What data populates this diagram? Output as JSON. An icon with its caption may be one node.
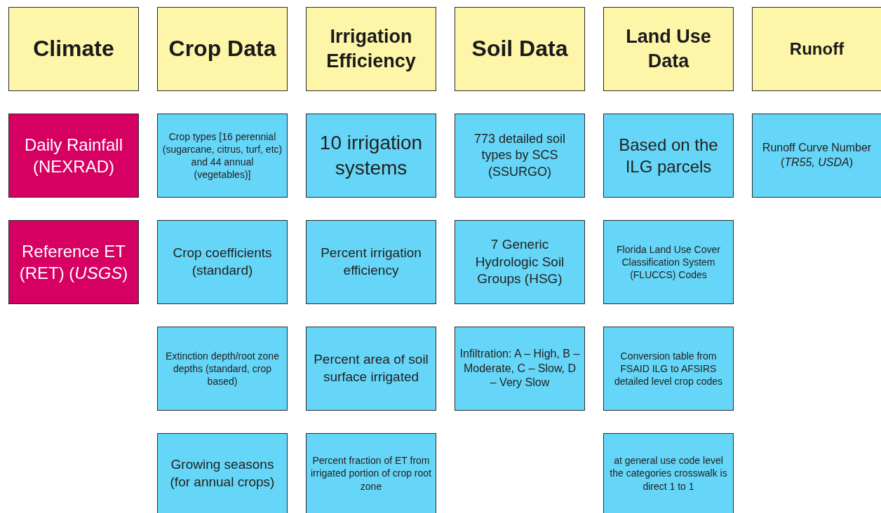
{
  "diagram": {
    "nodes": [
      {
        "text": [
          "Climate"
        ]
      },
      {
        "text": [
          "Crop Data"
        ]
      },
      {
        "text": [
          "Irrigation Efficiency"
        ]
      },
      {
        "text": [
          "Soil Data"
        ]
      },
      {
        "text": [
          "Land Use Data"
        ]
      },
      {
        "text": [
          "Runoff"
        ]
      },
      {
        "text": [
          "Daily Rainfall (NEXRAD)"
        ]
      },
      {
        "text": [
          "Crop types [16 perennial (sugarcane, citrus, turf, etc) and 44 annual (vegetables)]"
        ]
      },
      {
        "text": [
          "10 irrigation systems"
        ]
      },
      {
        "text": [
          "773 detailed soil types by SCS (SSURGO)"
        ]
      },
      {
        "text": [
          "Based on the ILG parcels"
        ]
      },
      {
        "text": [
          "Runoff Curve Number (*TR55, USDA*)"
        ]
      },
      {
        "text": [
          "Reference ET (RET) (*USGS*)"
        ]
      },
      {
        "text": [
          "Crop coefficients (standard)"
        ]
      },
      {
        "text": [
          "Percent irrigation efficiency"
        ]
      },
      {
        "text": [
          "7 Generic Hydrologic Soil Groups (HSG)"
        ]
      },
      {
        "text": [
          "Florida Land Use Cover Classification System (FLUCCS) Codes"
        ]
      },
      {
        "text": [
          "Extinction depth/root zone depths (standard, crop based)"
        ]
      },
      {
        "text": [
          "Percent area of soil surface irrigated"
        ]
      },
      {
        "text": [
          "Infiltration: A – High, B – Moderate, C – Slow, D – Very Slow"
        ]
      },
      {
        "text": [
          "Conversion table from FSAID ILG to AFSIRS detailed level crop codes"
        ]
      },
      {
        "text": [
          "Growing seasons (for annual crops)"
        ]
      },
      {
        "text": [
          "Percent fraction of ET from irrigated portion of crop root zone"
        ]
      },
      {
        "text": [
          "at general use code level the categories crosswalk is direct 1 to 1"
        ]
      }
    ]
  }
}
